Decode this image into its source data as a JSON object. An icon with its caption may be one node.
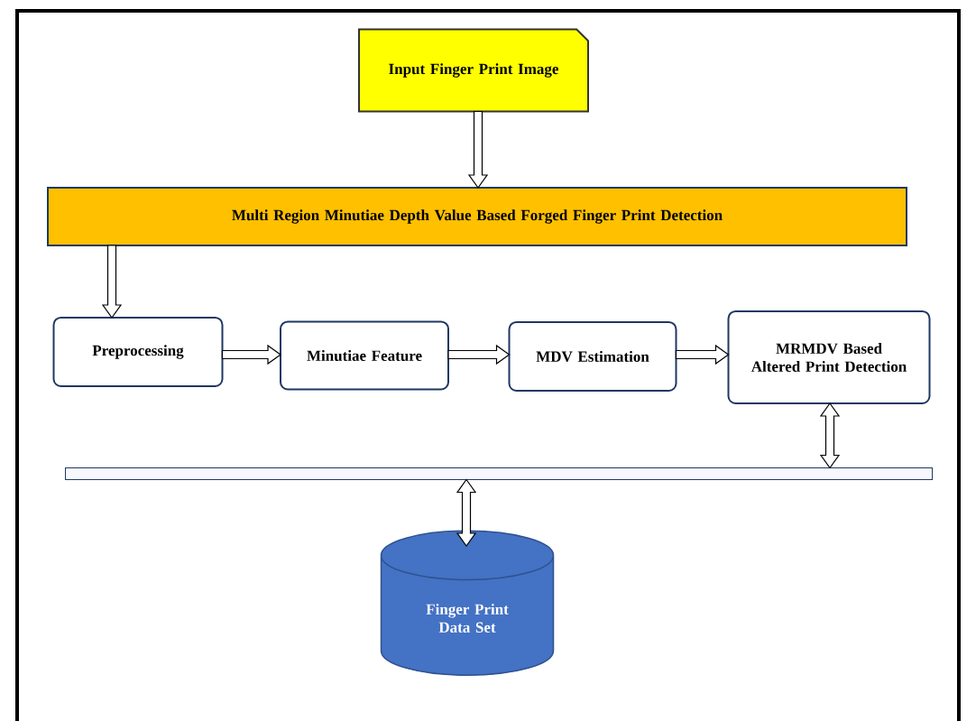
{
  "diagram": {
    "nodes": [
      {
        "text": [
          "Input Finger Print Image"
        ]
      },
      {
        "text": [
          "Multi Region Minutiae Depth Value Based Forged Finger Print Detection"
        ]
      },
      {
        "text": [
          "Preprocessing"
        ]
      },
      {
        "text": [
          "Minutiae Feature"
        ]
      },
      {
        "text": [
          "MDV Estimation"
        ]
      },
      {
        "text": [
          "MRMDV Based Altered Print Detection"
        ]
      },
      {
        "text": [],
        "shape": "bar"
      },
      {
        "text": [
          "Finger Print Data Set"
        ]
      }
    ],
    "edges": [
      {
        "from": 0,
        "to": 1,
        "arrow": "to"
      },
      {
        "from": 1,
        "to": 2,
        "arrow": "to"
      },
      {
        "from": 2,
        "to": 3,
        "arrow": "to"
      },
      {
        "from": 3,
        "to": 4,
        "arrow": "to"
      },
      {
        "from": 4,
        "to": 5,
        "arrow": "to"
      },
      {
        "from": 5,
        "to": 6,
        "arrow": "both"
      },
      {
        "from": 6,
        "to": 7,
        "arrow": "both"
      }
    ]
  }
}
